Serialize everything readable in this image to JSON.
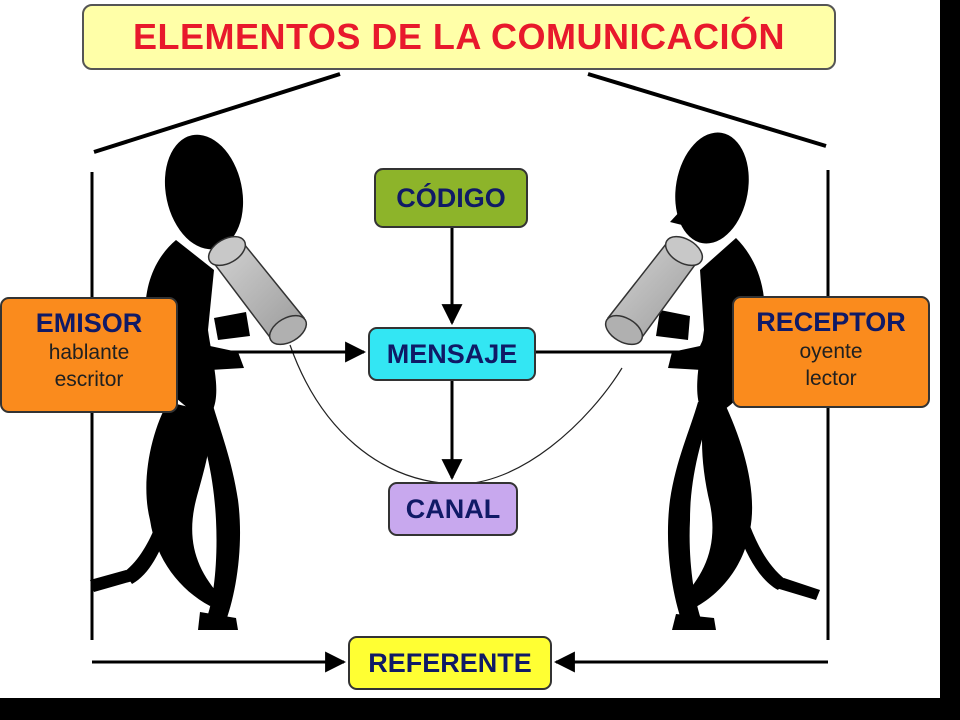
{
  "title": "ELEMENTOS DE LA COMUNICACIÓN",
  "nodes": {
    "codigo": "CÓDIGO",
    "mensaje": "MENSAJE",
    "canal": "CANAL",
    "referente": "REFERENTE",
    "emisor": {
      "label": "EMISOR",
      "line1": "hablante",
      "line2": "escritor"
    },
    "receptor": {
      "label": "RECEPTOR",
      "line1": "oyente",
      "line2": "lector"
    }
  },
  "colors": {
    "title_bg": "#ffffa8",
    "title_text": "#e8192c",
    "codigo": "#8db42a",
    "mensaje": "#33e6f3",
    "canal": "#c8a8ee",
    "referente": "#ffff33",
    "emisor_receptor": "#fa8b1d",
    "label_text": "#101a66"
  }
}
